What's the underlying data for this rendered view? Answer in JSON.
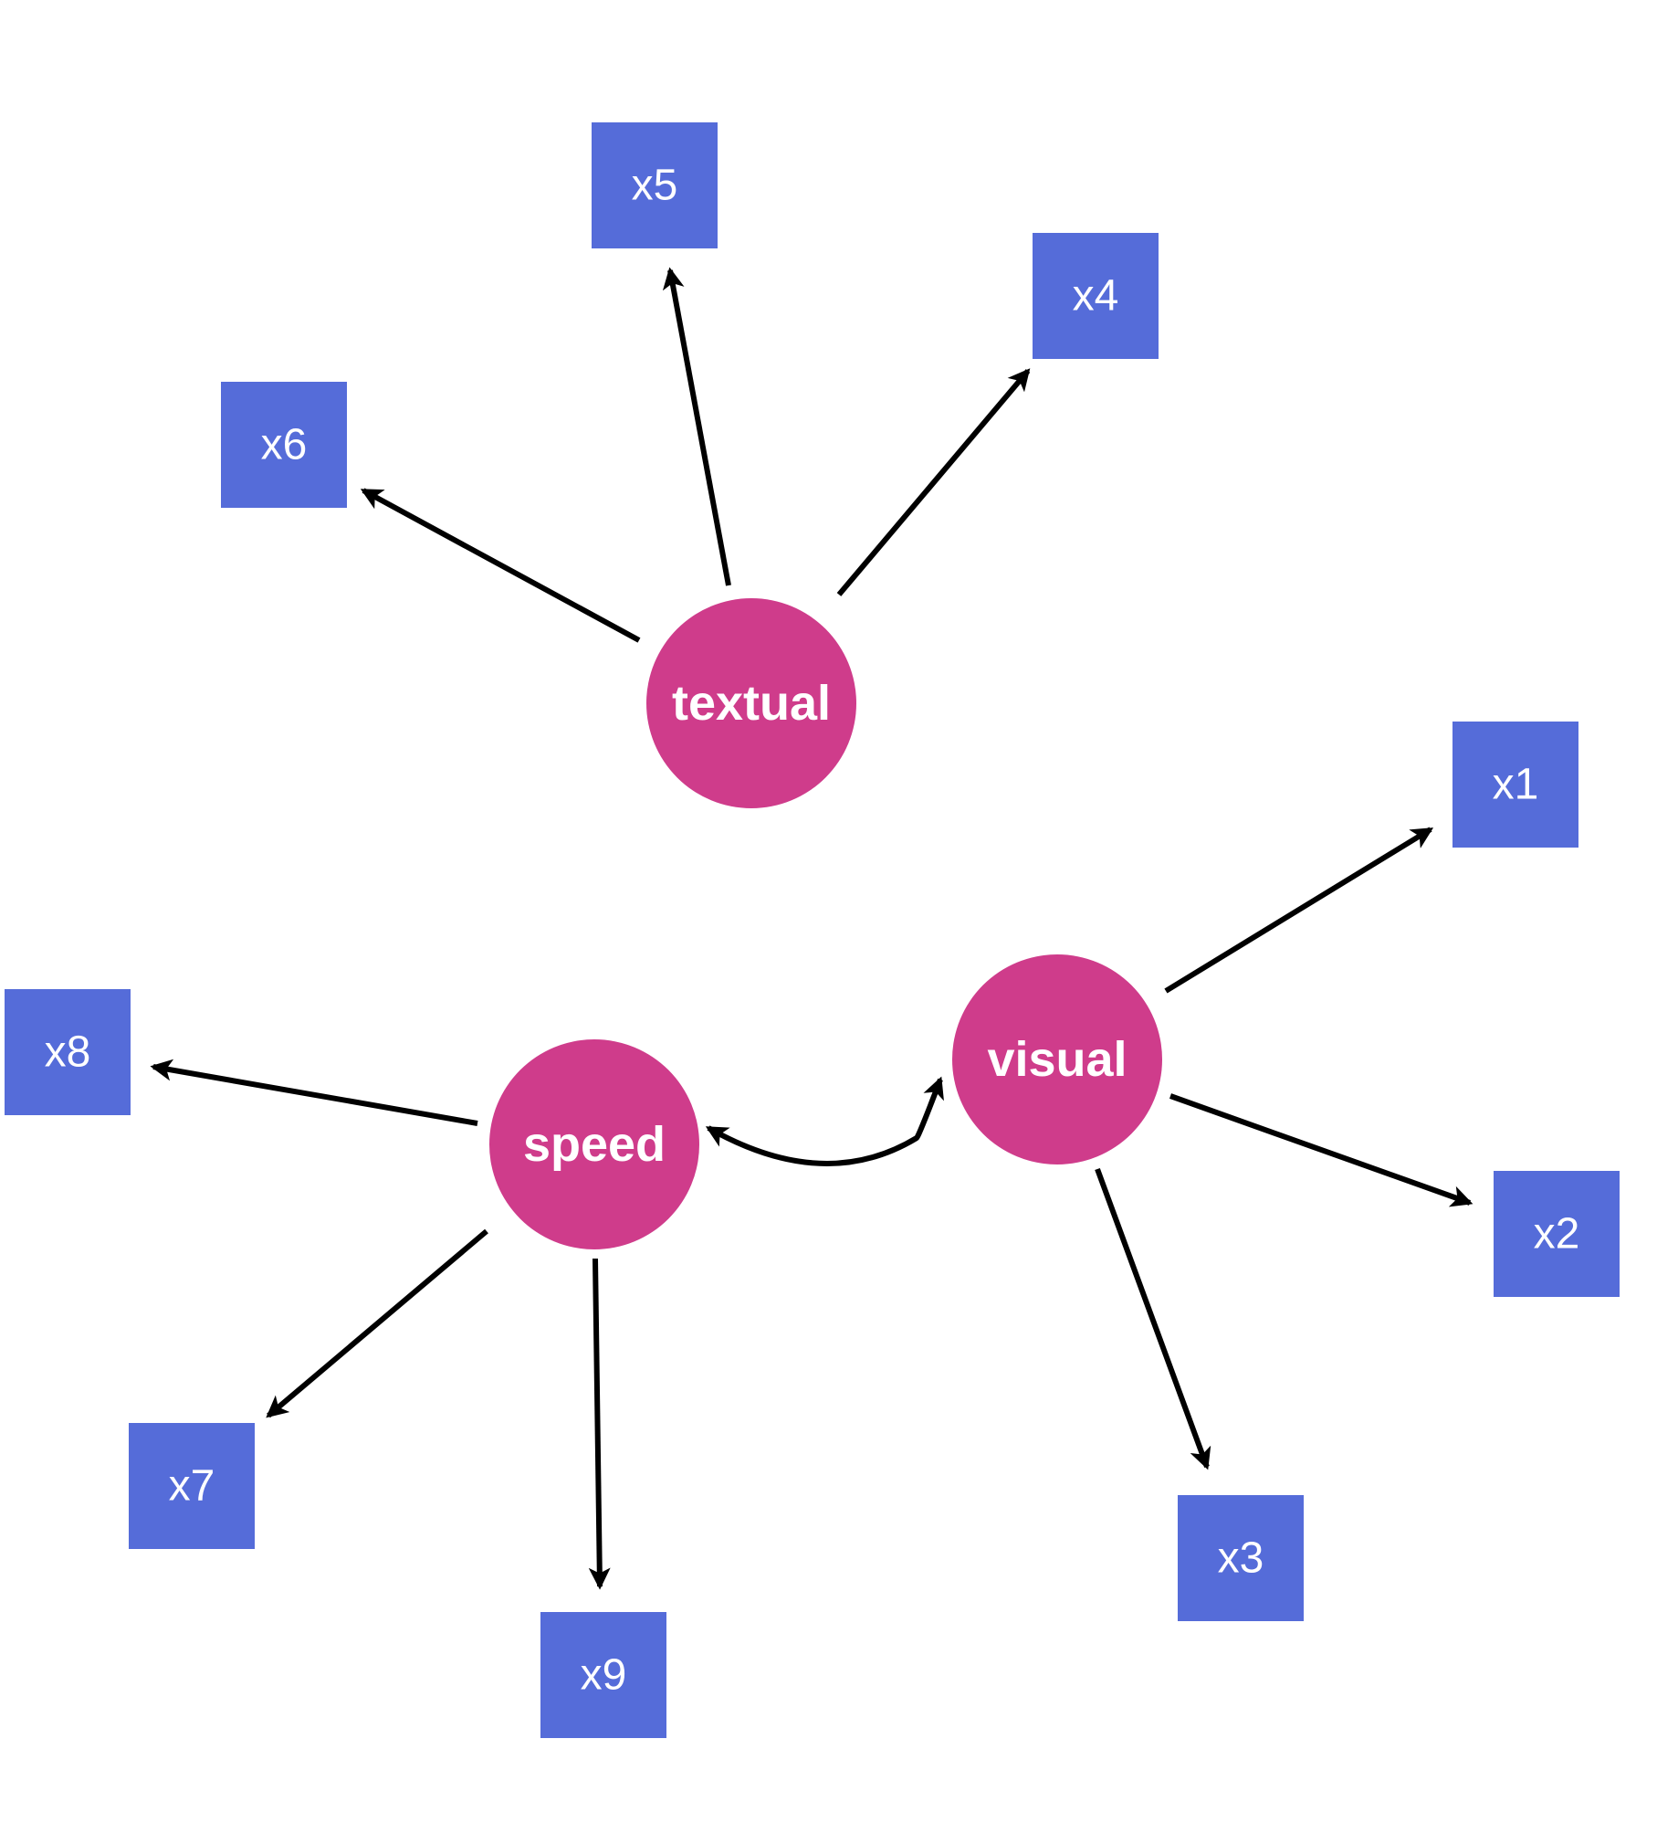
{
  "colors": {
    "latent": "#cf3c8b",
    "observed": "#556cd9",
    "edge": "#000000",
    "background": "#ffffff"
  },
  "latents": {
    "textual": "textual",
    "visual": "visual",
    "speed": "speed"
  },
  "observed": {
    "x1": "x1",
    "x2": "x2",
    "x3": "x3",
    "x4": "x4",
    "x5": "x5",
    "x6": "x6",
    "x7": "x7",
    "x8": "x8",
    "x9": "x9"
  },
  "edges": [
    {
      "from": "textual",
      "to": "x4",
      "type": "directed"
    },
    {
      "from": "textual",
      "to": "x5",
      "type": "directed"
    },
    {
      "from": "textual",
      "to": "x6",
      "type": "directed"
    },
    {
      "from": "visual",
      "to": "x1",
      "type": "directed"
    },
    {
      "from": "visual",
      "to": "x2",
      "type": "directed"
    },
    {
      "from": "visual",
      "to": "x3",
      "type": "directed"
    },
    {
      "from": "speed",
      "to": "x7",
      "type": "directed"
    },
    {
      "from": "speed",
      "to": "x8",
      "type": "directed"
    },
    {
      "from": "speed",
      "to": "x9",
      "type": "directed"
    },
    {
      "from": "speed",
      "to": "visual",
      "type": "covariance"
    }
  ]
}
